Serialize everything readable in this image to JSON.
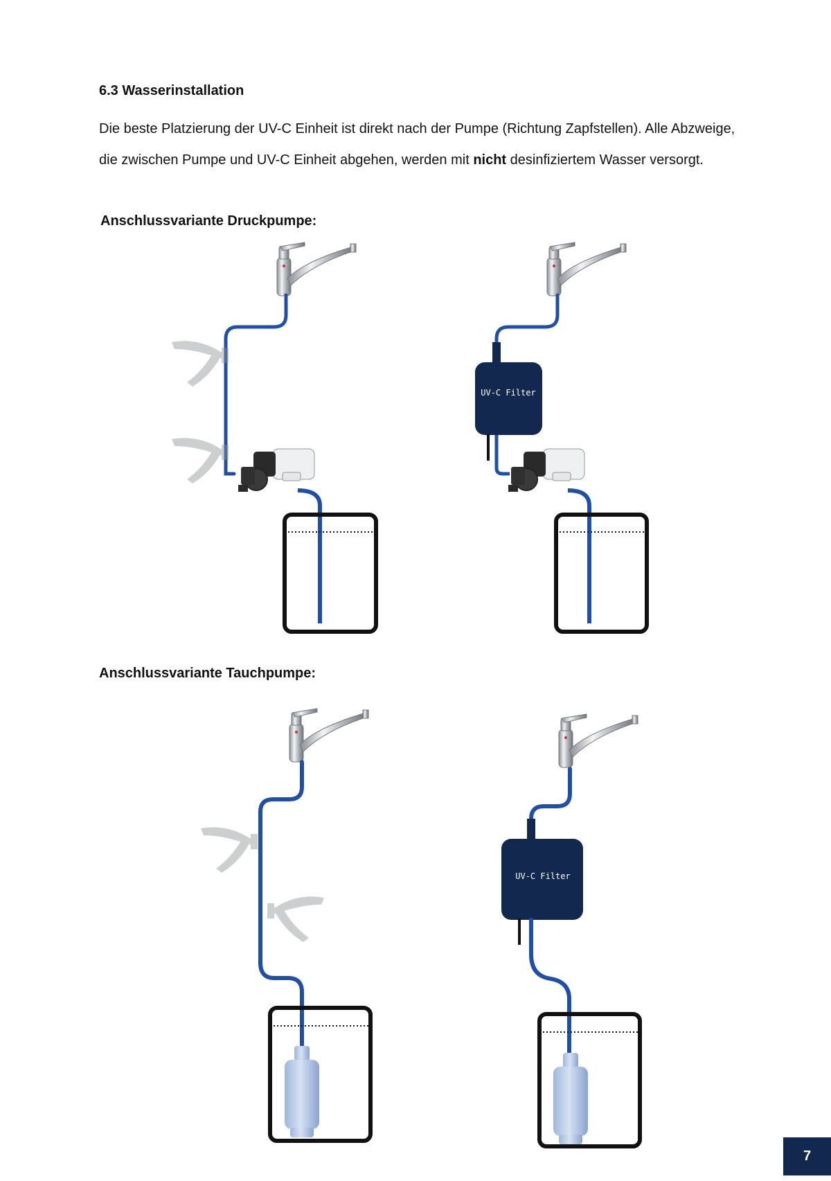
{
  "section": {
    "heading": "6.3 Wasserinstallation",
    "paragraph": {
      "part1": "Die beste Platzierung der UV-C Einheit ist direkt nach der Pumpe (Richtung Zapfstellen). Alle Abzweige, die zwischen Pumpe und UV-C Einheit abgehen, werden mit ",
      "bold": "nicht",
      "part2": " desinfiziertem Wasser versorgt."
    }
  },
  "druckpumpe": {
    "title": "Anschlussvariante Druckpumpe:"
  },
  "tauchpumpe": {
    "title": "Anschlussvariante Tauchpumpe:"
  },
  "filter_label": "UV-C Filter",
  "page_number": "7",
  "colors": {
    "pipe": "#1f4fa6",
    "filter": "#13284f",
    "page_badge": "#13284f",
    "tank": "#111111"
  }
}
